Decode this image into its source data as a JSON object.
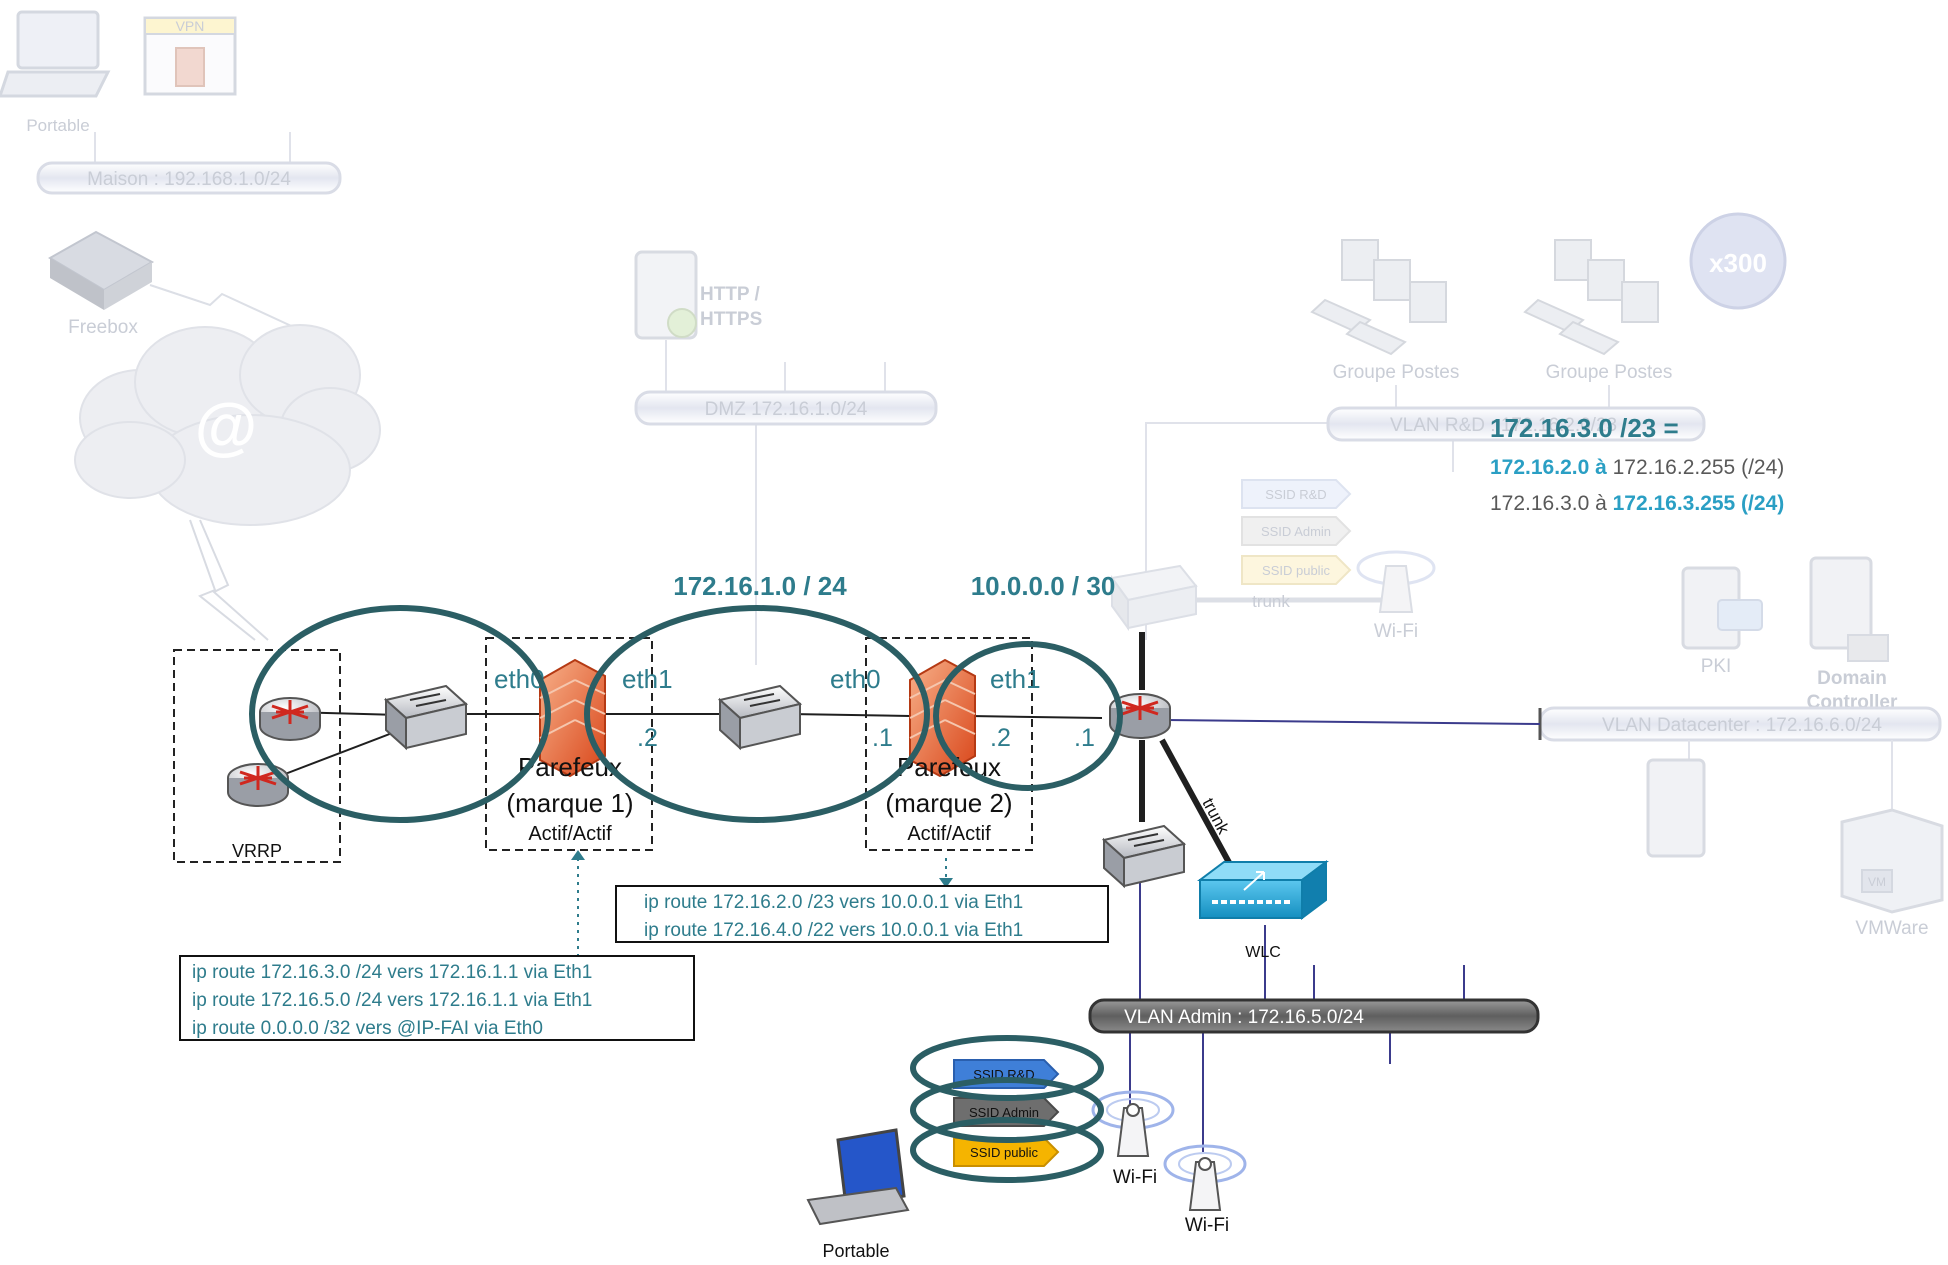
{
  "background_labels": {
    "vpn": "VPN",
    "portable_top": "Portable",
    "maison": "Maison : 192.168.1.0/24",
    "freebox": "Freebox",
    "cloud_symbol": "@",
    "http_https_line1": "HTTP /",
    "http_https_line2": "HTTPS",
    "dmz": "DMZ 172.16.1.0/24",
    "groupe_postes_1": "Groupe Postes",
    "groupe_postes_2": "Groupe Postes",
    "x300": "x300",
    "vlan_rd": "VLAN R&D : 172.16.2.0/23",
    "ssid_rd_bg": "SSID R&D",
    "ssid_admin_bg": "SSID Admin",
    "ssid_public_bg": "SSID public",
    "trunk_faint": "trunk",
    "wifi_faint": "Wi-Fi",
    "pki": "PKI",
    "domain_controller_line1": "Domain",
    "domain_controller_line2": "Controller",
    "vlan_datacenter": "VLAN Datacenter : 172.16.6.0/24",
    "vmware": "VMWare",
    "vm_badge": "VM"
  },
  "subnet_note": {
    "title": "172.16.3.0 /23 =",
    "line1_start": "172.16.2.0",
    "line1_mid": " à ",
    "line1_end": "172.16.2.255 (/24)",
    "line2_start": "172.16.3.0 à ",
    "line2_end": "172.16.3.255 (/24)"
  },
  "network_labels": {
    "net_dmz": "172.16.1.0 / 24",
    "net_transit": "10.0.0.0 / 30",
    "fw1_eth0": "eth0",
    "fw1_eth1": "eth1",
    "fw2_eth0": "eth0",
    "fw2_eth1": "eth1",
    "fw1_addr": ".2",
    "fw2_addr_left": ".1",
    "fw2_addr_right": ".2",
    "core_addr": ".1",
    "fw1_name_line1": "Parefeux",
    "fw1_name_line2": "(marque 1)",
    "fw1_mode": "Actif/Actif",
    "fw2_name_line1": "Parefeux",
    "fw2_name_line2": "(marque 2)",
    "fw2_mode": "Actif/Actif",
    "vrrp": "VRRP",
    "trunk": "trunk",
    "wlc": "WLC",
    "vlan_admin": "VLAN Admin : 172.16.5.0/24",
    "ssid_rd": "SSID R&D",
    "ssid_admin": "SSID Admin",
    "ssid_public": "SSID public",
    "wifi_1": "Wi-Fi",
    "wifi_2": "Wi-Fi",
    "portable_bottom": "Portable"
  },
  "routes_fw2": [
    "ip route 172.16.2.0 /23 vers 10.0.0.1 via Eth1",
    "ip route 172.16.4.0 /22 vers 10.0.0.1 via Eth1"
  ],
  "routes_fw1": [
    "ip route 172.16.3.0 /24 vers  172.16.1.1 via Eth1",
    "ip route 172.16.5.0 /24 vers 172.16.1.1 via Eth1",
    "ip route 0.0.0.0 /32        vers @IP-FAI via Eth0"
  ],
  "colors": {
    "teal": "#2e7c8c",
    "teal_ring": "#2b5e64",
    "highlight": "#2a9fc4",
    "faint": "#c9cdd6",
    "ssid_rd": "#3f7fd8",
    "ssid_admin": "#6e6e6e",
    "ssid_public": "#f5b400",
    "wlc": "#1aa3d6",
    "firewall": "#e2572a"
  }
}
